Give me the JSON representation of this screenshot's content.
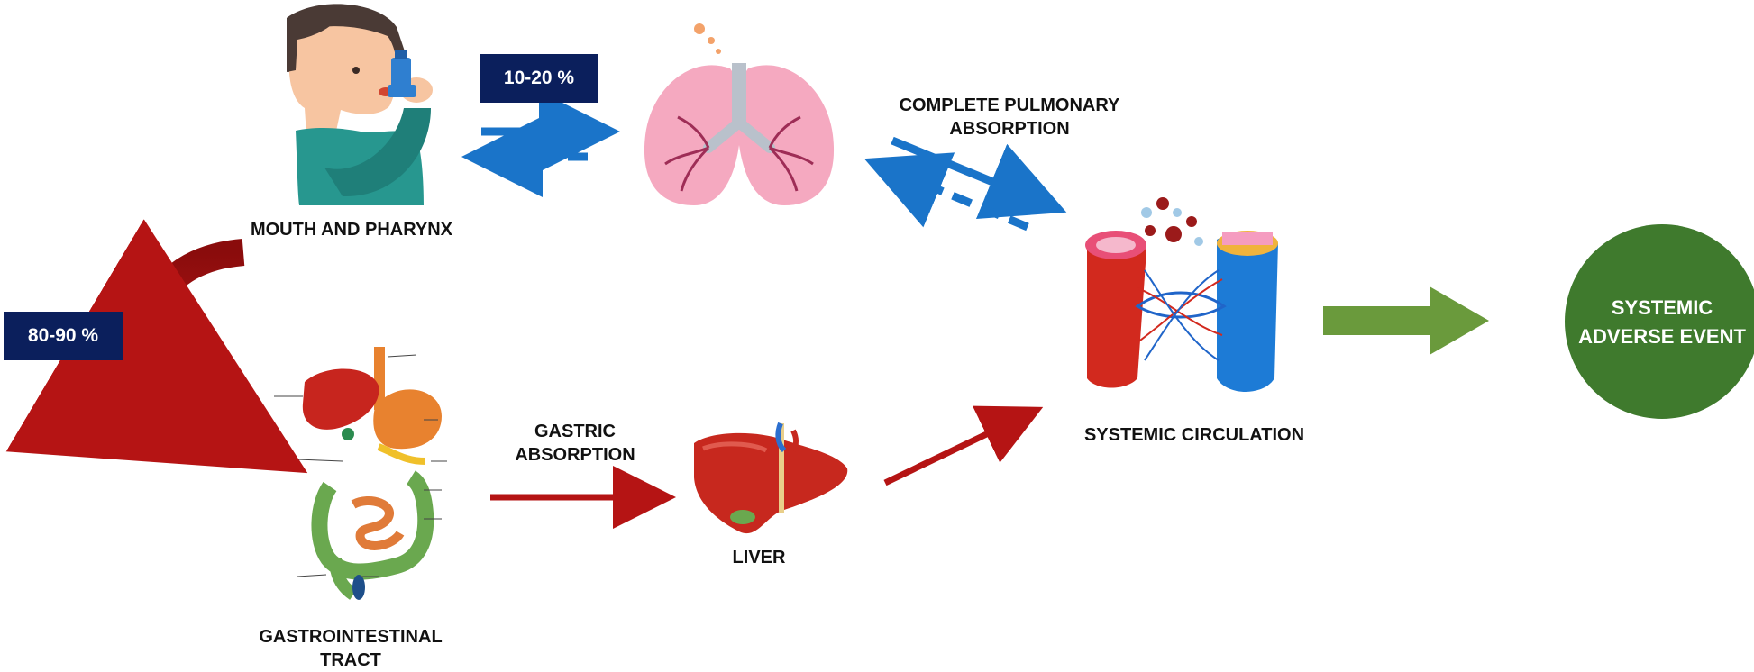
{
  "colors": {
    "blue_arrow": "#1a74c9",
    "red_arrow": "#b51414",
    "green_arrow": "#6a9a3c",
    "badge_bg": "#0b1f5c",
    "event_circle": "#3f7a2d"
  },
  "badges": {
    "lung_deposition": "10-20 %",
    "swallowed": "80-90 %"
  },
  "labels": {
    "mouth": "MOUTH AND PHARYNX",
    "pulmonary_line1": "COMPLETE PULMONARY",
    "pulmonary_line2": "ABSORPTION",
    "gi_line1": "GASTROINTESTINAL",
    "gi_line2": "TRACT",
    "gastric_line1": "GASTRIC",
    "gastric_line2": "ABSORPTION",
    "liver": "LIVER",
    "circulation": "SYSTEMIC CIRCULATION",
    "event_line1": "SYSTEMIC",
    "event_line2": "ADVERSE EVENT"
  },
  "illustrations": {
    "person": "person-using-inhaler-icon",
    "lungs": "lungs-icon",
    "digestive": "digestive-system-icon",
    "liver": "liver-icon",
    "vessels": "blood-vessels-icon"
  }
}
